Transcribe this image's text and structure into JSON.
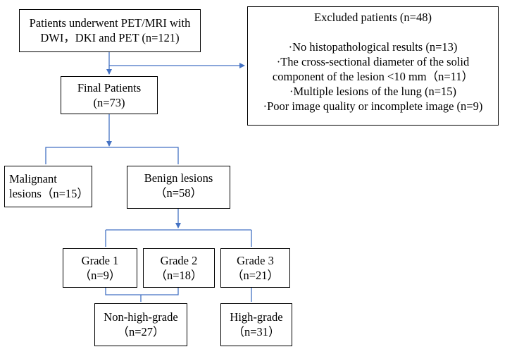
{
  "colors": {
    "connector": "#4472C4",
    "box_border": "#000000",
    "text": "#000000"
  },
  "nodes": {
    "enrolled": {
      "line1": "Patients underwent PET/MRI with",
      "line2": "DWI，DKI and PET (n=121)"
    },
    "excluded": {
      "title": "Excluded patients (n=48)",
      "items": [
        "·No histopathological results (n=13)",
        "·The cross-sectional diameter of the solid",
        "component of the lesion <10 mm（n=11）",
        "·Multiple lesions of the lung (n=15)",
        "·Poor image quality or incomplete image (n=9)"
      ]
    },
    "final": {
      "line1": "Final Patients",
      "line2": "(n=73)"
    },
    "malignant": {
      "line1": "Malignant",
      "line2": "lesions（n=15）"
    },
    "benign": {
      "line1": "Benign lesions",
      "line2": "（n=58）"
    },
    "grade1": {
      "line1": "Grade 1",
      "line2": "（n=9）"
    },
    "grade2": {
      "line1": "Grade 2",
      "line2": "（n=18）"
    },
    "grade3": {
      "line1": "Grade 3",
      "line2": "（n=21）"
    },
    "non_high_grade": {
      "line1": "Non-high-grade",
      "line2": "（n=27）"
    },
    "high_grade": {
      "line1": "High-grade",
      "line2": "（n=31）"
    }
  }
}
